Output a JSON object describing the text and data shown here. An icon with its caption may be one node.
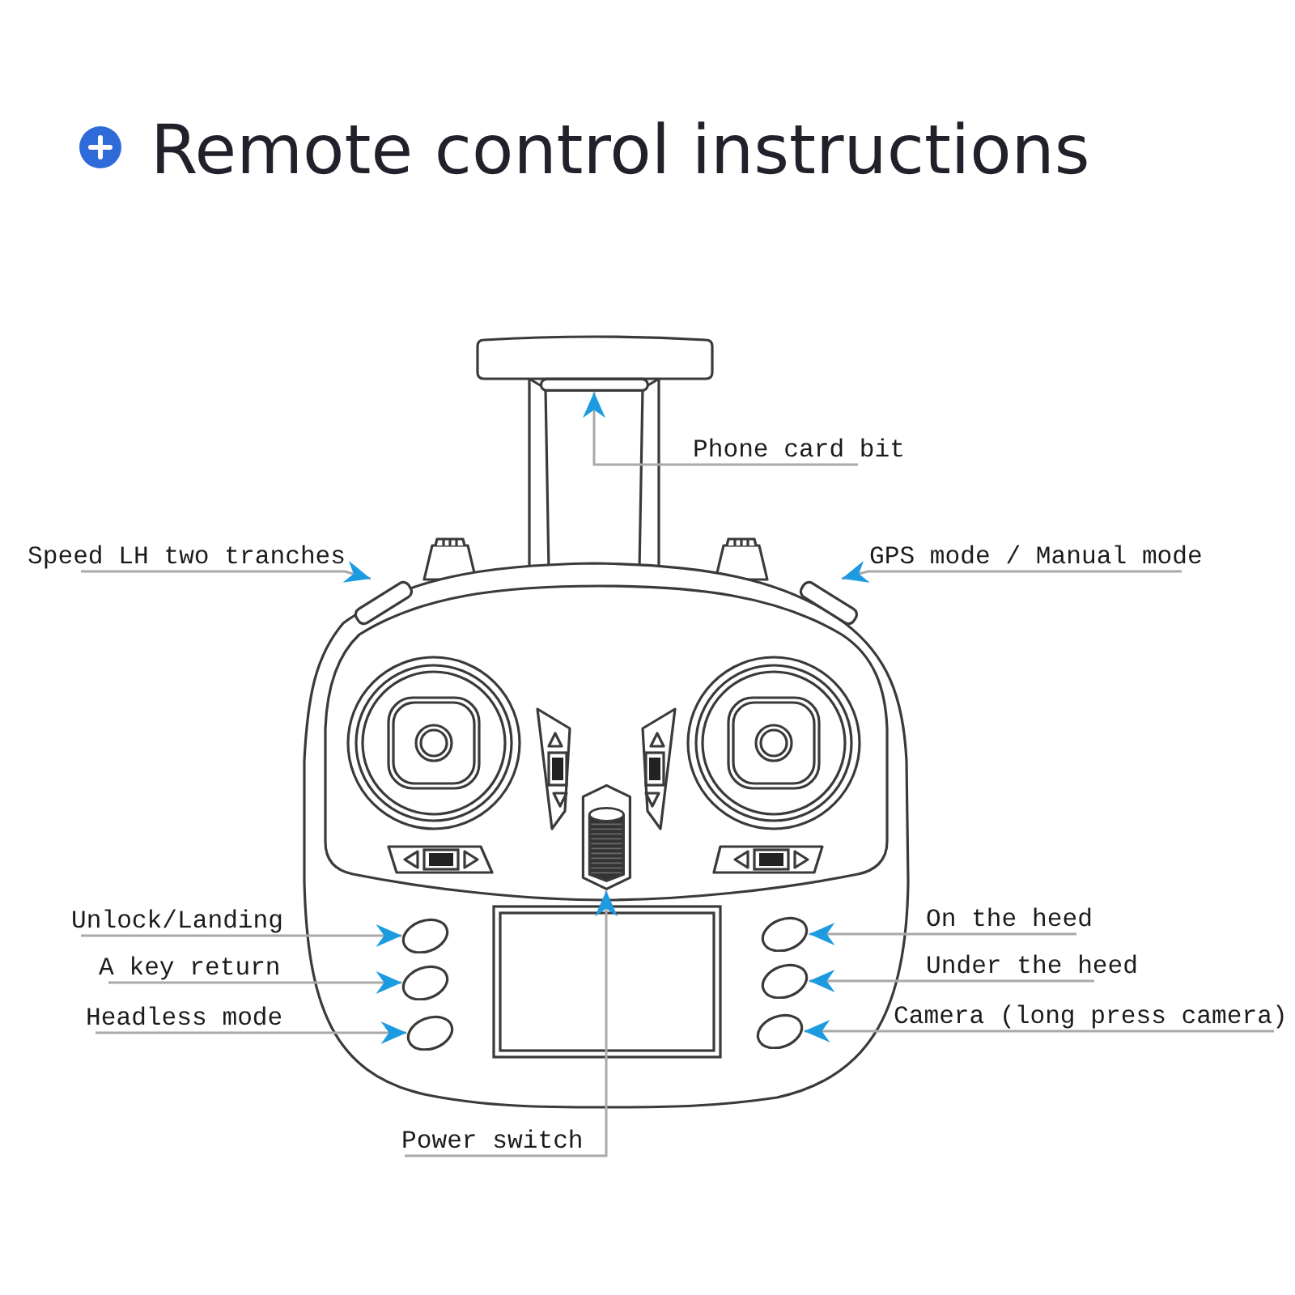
{
  "diagram": {
    "title": "Remote control instructions",
    "nodes": [
      {
        "text": [],
        "shape": "bar"
      },
      {
        "text": [
          "Phone card bit"
        ]
      },
      {
        "text": [
          "Speed LH two tranches"
        ]
      },
      {
        "text": [],
        "shape": "bar"
      },
      {
        "text": [],
        "shape": "bar"
      },
      {
        "text": [
          "GPS mode / Manual mode"
        ]
      },
      {
        "text": [],
        "shape": "picture"
      },
      {
        "text": [
          "Unlock/Landing"
        ]
      },
      {
        "text": [],
        "shape": "ellipse"
      },
      {
        "text": [],
        "shape": "ellipse"
      },
      {
        "text": [
          "On the heed"
        ]
      },
      {
        "text": [
          "A key return"
        ]
      },
      {
        "text": [],
        "shape": "ellipse"
      },
      {
        "text": [],
        "shape": "ellipse"
      },
      {
        "text": [
          "Under the heed"
        ]
      },
      {
        "text": [
          "Headless mode"
        ]
      },
      {
        "text": [],
        "shape": "ellipse"
      },
      {
        "text": [],
        "shape": "ellipse"
      },
      {
        "text": [
          "Camera (long press camera)"
        ]
      },
      {
        "text": [
          "Power switch"
        ]
      }
    ],
    "edges": [
      {
        "from": 1,
        "to": 0,
        "arrow": "to"
      },
      {
        "from": 2,
        "to": 3,
        "arrow": "to"
      },
      {
        "from": 5,
        "to": 4,
        "arrow": "to"
      },
      {
        "from": 7,
        "to": 8,
        "arrow": "to"
      },
      {
        "from": 10,
        "to": 9,
        "arrow": "to"
      },
      {
        "from": 11,
        "to": 12,
        "arrow": "to"
      },
      {
        "from": 14,
        "to": 13,
        "arrow": "to"
      },
      {
        "from": 15,
        "to": 16,
        "arrow": "to"
      },
      {
        "from": 18,
        "to": 17,
        "arrow": "to"
      },
      {
        "from": 19,
        "to": 6,
        "arrow": "to"
      }
    ]
  }
}
